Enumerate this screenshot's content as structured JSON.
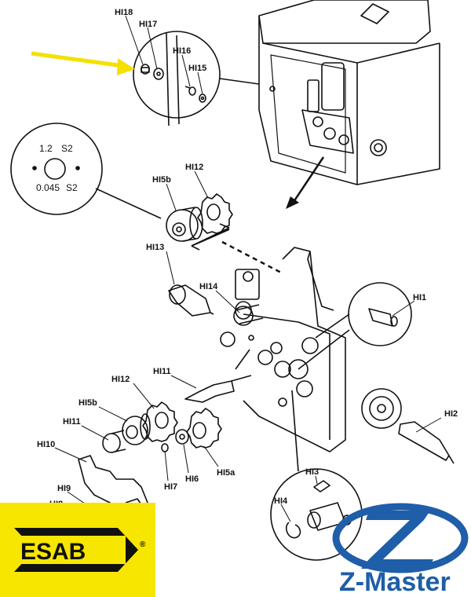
{
  "labels": {
    "hi18": "HI18",
    "hi17": "HI17",
    "hi16": "HI16",
    "hi15": "HI15",
    "hi5b_top": "HI5b",
    "hi12_top": "HI12",
    "hi13": "HI13",
    "hi14": "HI14",
    "hi1": "HI1",
    "hi11_mid": "HI11",
    "hi12_mid": "HI12",
    "hi5b_mid": "HI5b",
    "hi11_low": "HI11",
    "hi10": "HI10",
    "hi2": "HI2",
    "hi7": "HI7",
    "hi6": "HI6",
    "hi5a": "HI5a",
    "hi9": "HI9",
    "hi8": "HI8",
    "hi3": "HI3",
    "hi4": "HI4"
  },
  "roller_marking": {
    "top_left": "1.2",
    "top_right": "S2",
    "bottom_left": "0.045",
    "bottom_right": "S2"
  },
  "brands": {
    "esab": "ESAB",
    "registered": "®",
    "zmaster": "Z-Master"
  },
  "colors": {
    "arrow": "#f5e000",
    "esab_bg": "#f7e600",
    "esab_fg": "#111111",
    "zmaster": "#1f5ea8",
    "line": "#111111"
  }
}
